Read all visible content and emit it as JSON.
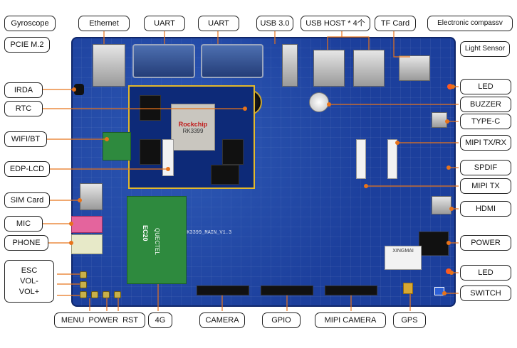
{
  "labels": {
    "gyroscope": "Gyroscope",
    "pcie": "PCIE M.2",
    "ethernet": "Ethernet",
    "uart_1": "UART",
    "uart_2": "UART",
    "usb3": "USB 3.0",
    "usb_host": "USB HOST * 4个",
    "tf_card": "TF Card",
    "compass": "Electronic compassv",
    "light_sensor": "Light Sensor",
    "irda": "IRDA",
    "rtc": "RTC",
    "wifi_bt": "WIFI/BT",
    "edp_lcd": "EDP-LCD",
    "sim_card": "SIM Card",
    "mic": "MIC",
    "phone": "PHONE",
    "esc": "ESC",
    "vol_minus": "VOL-",
    "vol_plus": "VOL+",
    "menu_power_rst": "MENU  POWER  RST",
    "4g": "4G",
    "camera": "CAMERA",
    "gpio": "GPIO",
    "mipi_camera": "MIPI CAMERA",
    "gps": "GPS",
    "led_top": "LED",
    "buzzer": "BUZZER",
    "type_c": "TYPE-C",
    "mipi_tx_rx": "MIPI TX/RX",
    "spdif": "SPDIF",
    "mipi_tx": "MIPI TX",
    "hdmi": "HDMI",
    "power": "POWER",
    "led_bottom": "LED",
    "switch": "SWITCH"
  },
  "board_text": {
    "soc_brand": "Rockchip",
    "soc_model": "RK3399",
    "board_name": "RK3399_MAIN_V1.3",
    "module_brand": "QUECTEL",
    "module_model": "EC20",
    "gps_module": "XINGMAI"
  },
  "colors": {
    "board": "#1c3f9c",
    "leader_line": "#e8731a",
    "label_border": "#222222"
  }
}
